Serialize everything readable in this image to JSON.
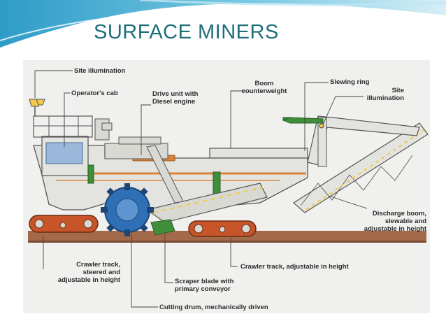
{
  "slide": {
    "title": "SURFACE MINERS"
  },
  "labels": {
    "site_illumination_left": "Site illumination",
    "operators_cab": "Operator's cab",
    "drive_unit": "Drive unit with\nDiesel engine",
    "boom_counterweight": "Boom\ncounterweight",
    "slewing_ring": "Slewing ring",
    "site_illumination_right": "Site\nillumination",
    "discharge_boom": "Discharge boom,\nslewable and\nadjustable in height",
    "crawler_track_left": "Crawler track,\nsteered and\nadjustable in height",
    "crawler_track_right": "Crawler track, adjustable in height",
    "scraper_blade": "Scraper blade with\nprimary conveyor",
    "cutting_drum": "Cutting drum, mechanically driven"
  },
  "colors": {
    "title": "#1f6f7a",
    "machine_body": "#e3e3df",
    "outline": "#555555",
    "accent_orange": "#d9843a",
    "track": "#c8552a",
    "drum": "#2f6fb5",
    "green": "#3f8f3a",
    "header_wave": "#5ab4d6"
  }
}
